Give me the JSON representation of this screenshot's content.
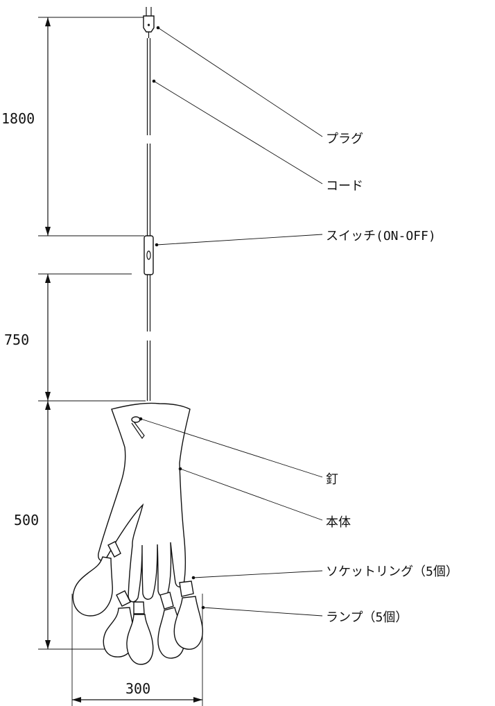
{
  "dimensions": {
    "cord_length": "1800",
    "switch_to_body": "750",
    "body_height": "500",
    "width": "300"
  },
  "labels": {
    "plug": "プラグ",
    "cord": "コード",
    "switch": "スイッチ(ON-OFF)",
    "nail": "釘",
    "body": "本体",
    "socket_ring": "ソケットリング（5個）",
    "lamp": "ランプ（5個）"
  }
}
